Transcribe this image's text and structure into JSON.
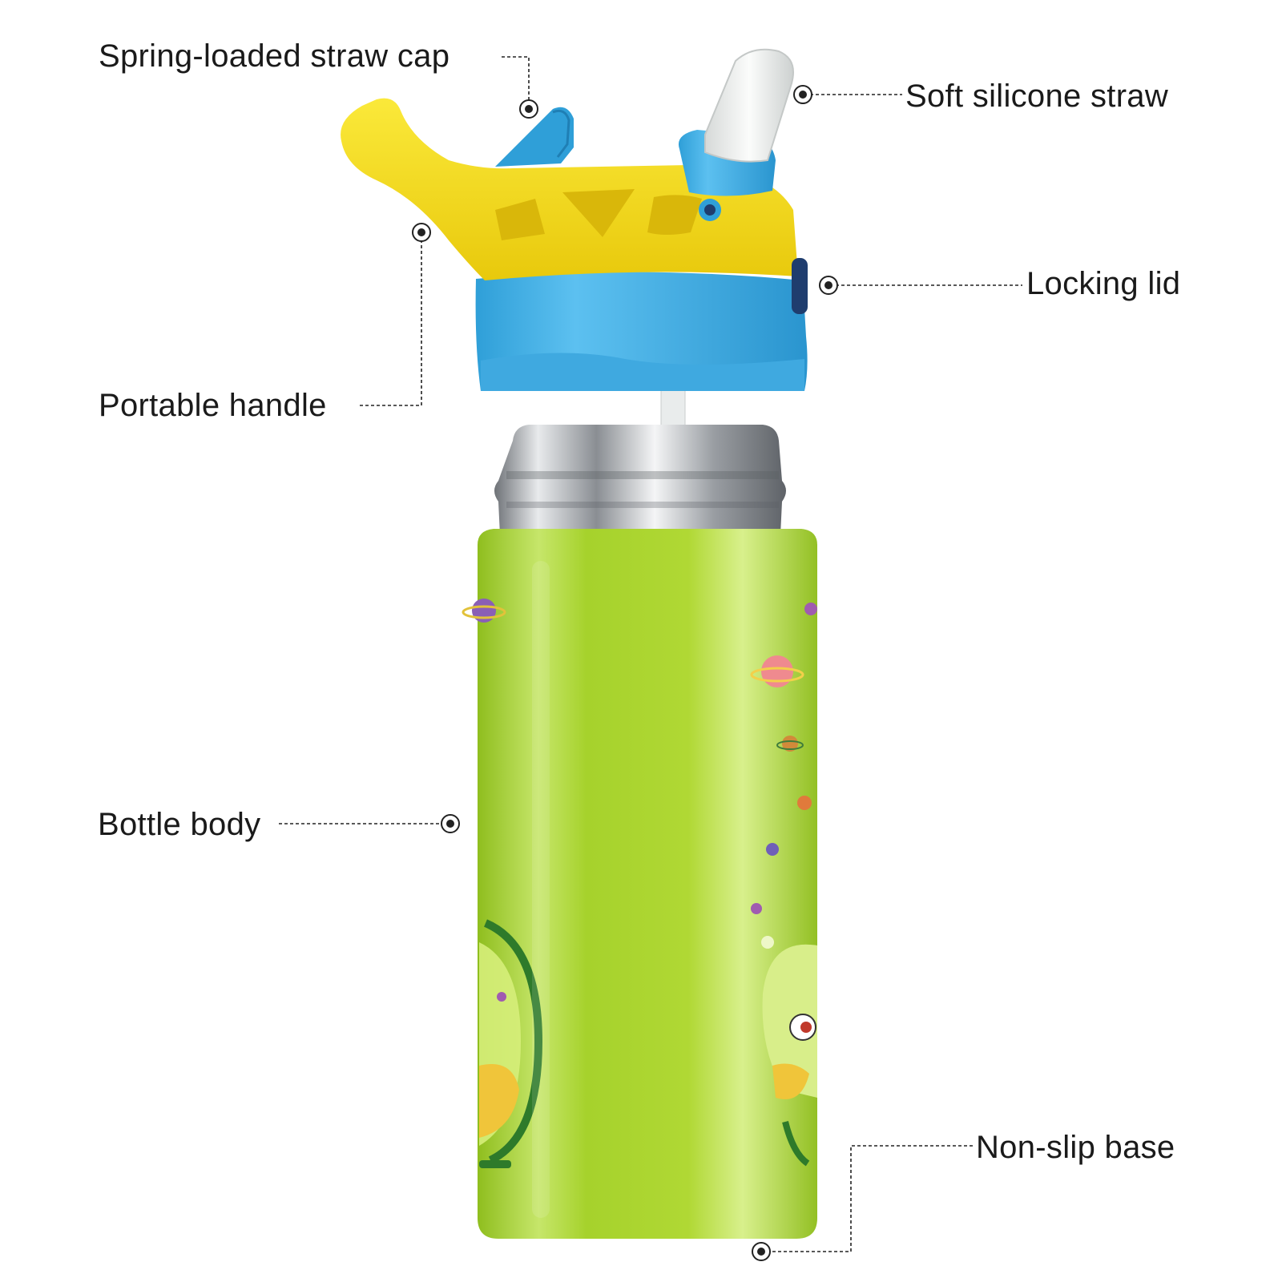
{
  "labels": {
    "spring_cap": "Spring-loaded straw cap",
    "straw": "Soft silicone straw",
    "locking_lid": "Locking lid",
    "handle": "Portable handle",
    "bottle_body": "Bottle body",
    "base": "Non-slip base"
  },
  "colors": {
    "handle_yellow": "#f5df1c",
    "lid_blue": "#49b2e6",
    "body_green": "#a8d42e",
    "steel": "#b9bcc0",
    "straw_tip": "#eef0ef",
    "leader_line": "#222222",
    "text": "#1a1a1a"
  },
  "icons": [
    "planet-icon",
    "alien-character-icon",
    "globe-icon",
    "lock-button-icon"
  ]
}
